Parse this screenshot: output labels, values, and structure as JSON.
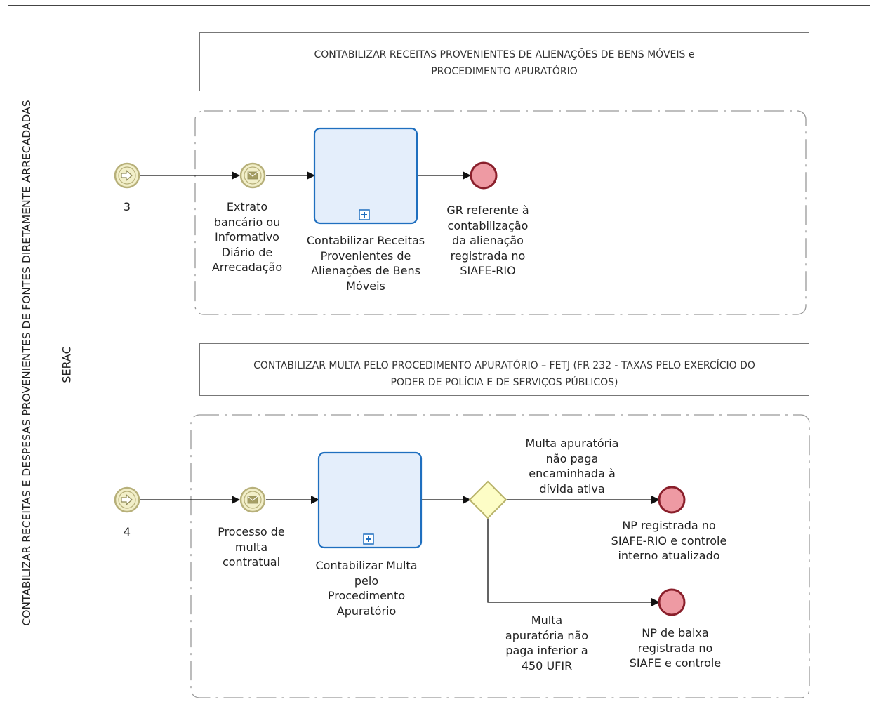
{
  "pool": {
    "title": "CONTABILIZAR RECEITAS E DESPESAS PROVENIENTES DE FONTES DIRETAMENTE ARRECADADAS",
    "lane": "SERAC"
  },
  "section1": {
    "banner": "CONTABILIZAR RECEITAS PROVENIENTES DE ALIENAÇÕES DE BENS MÓVEIS  e\nPROCEDIMENTO APURATÓRIO",
    "start_label": "3",
    "message_label": "Extrato\nbancário ou\nInformativo\nDiário de\nArrecadação",
    "task_label": "Contabilizar Receitas\nProvenientes de\nAlienações de Bens\nMóveis",
    "end_label": "GR referente à\ncontabilização\nda alienação\nregistrada no\nSIAFE-RIO"
  },
  "section2": {
    "banner": "CONTABILIZAR MULTA PELO PROCEDIMENTO APURATÓRIO – FETJ (FR 232 - TAXAS PELO EXERCÍCIO DO\nPODER DE POLÍCIA E DE SERVIÇOS PÚBLICOS)",
    "start_label": "4",
    "message_label": "Processo de\nmulta\ncontratual",
    "task_label": "Contabilizar Multa\npelo\nProcedimento\nApuratório",
    "flow_top_label": "Multa apuratória\nnão paga\nencaminhada à\ndívida ativa",
    "end_top_label": "NP registrada no\nSIAFE-RIO e controle\ninterno atualizado",
    "flow_bottom_label": "Multa\napuratória não\npaga inferior a\n450 UFIR",
    "end_bottom_label": "NP de baixa\nregistrada no\nSIAFE e controle"
  },
  "colors": {
    "task_fill": "#e4eefb",
    "task_stroke": "#1f6fbf",
    "event_fill": "#f2efc9",
    "event_stroke": "#b7b07a",
    "end_fill": "#ee9aa3",
    "end_stroke": "#8a1f2b",
    "gateway_fill": "#fdfdc6",
    "gateway_stroke": "#b8b36a"
  }
}
